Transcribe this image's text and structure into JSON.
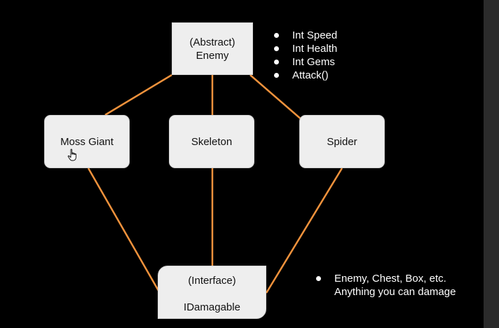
{
  "diagram": {
    "nodes": {
      "enemy": {
        "line1": "(Abstract)",
        "line2": "Enemy"
      },
      "moss_giant": {
        "label": "Moss Giant"
      },
      "skeleton": {
        "label": "Skeleton"
      },
      "spider": {
        "label": "Spider"
      },
      "interface": {
        "line1": "(Interface)",
        "line2": "IDamagable"
      }
    },
    "enemy_properties": [
      "Int Speed",
      "Int Health",
      "Int Gems",
      "Attack()"
    ],
    "interface_note": "Enemy, Chest, Box, etc. Anything you can damage",
    "colors": {
      "background": "#000000",
      "connector": "#f0923c",
      "node_fill": "#eeeeee",
      "text_on_dark": "#ffffff"
    },
    "cursor_icon": "hand-pointer-icon"
  }
}
